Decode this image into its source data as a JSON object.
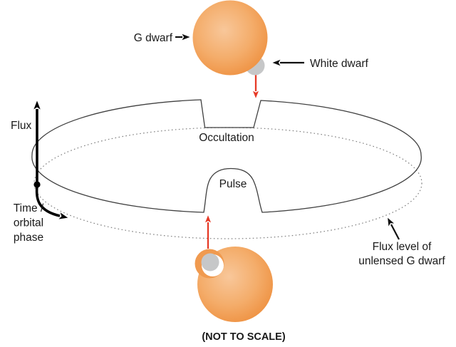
{
  "figure": {
    "note": "(NOT TO SCALE)",
    "stars": {
      "g_dwarf_label": "G dwarf",
      "white_dwarf_label": "White dwarf"
    },
    "events": {
      "occultation_label": "Occultation",
      "pulse_label": "Pulse"
    },
    "baseline": {
      "line1": "Flux level of",
      "line2": "unlensed G dwarf"
    },
    "axes": {
      "flux_label": "Flux",
      "time_label_line1": "Time /",
      "time_label_line2": "orbital",
      "time_label_line3": "phase"
    },
    "colors": {
      "g_dwarf_fill_center": "#f8c79a",
      "g_dwarf_fill_edge": "#ee8f3e",
      "lens_ring_fill": "#f09a4f",
      "white_dwarf_fill": "#c6c7c8",
      "event_arrow_red": "#e63a27",
      "curve_stroke": "#3f3f3f",
      "baseline_stroke": "#7f7f7f",
      "axis_stroke": "#000000",
      "text_color": "#1a1a1a"
    }
  }
}
